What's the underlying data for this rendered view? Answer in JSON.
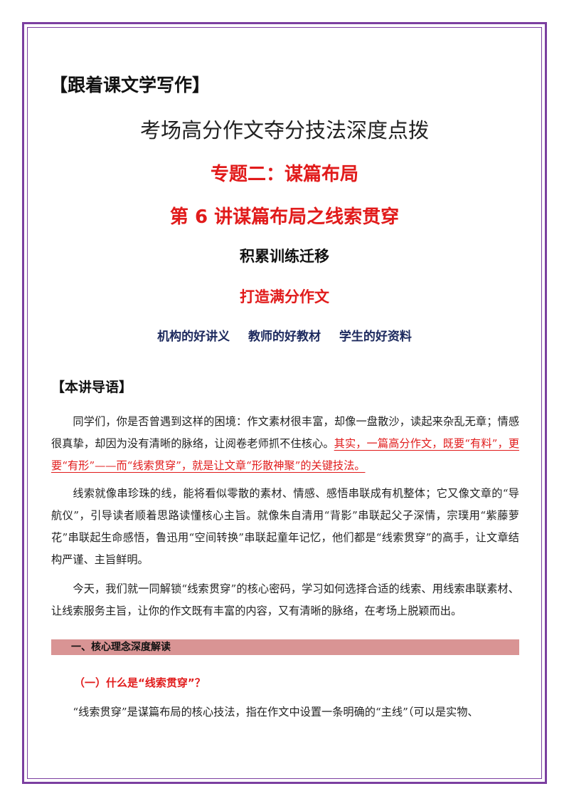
{
  "header": {
    "series_label": "【跟着课文学写作】",
    "subtitle": "考场高分作文夺分技法深度点拨",
    "topic": "专题二：谋篇布局",
    "lecture": "第 6 讲谋篇布局之线索贯穿",
    "tag_black": "积累训练迁移",
    "tag_red": "打造满分作文",
    "slogan": [
      "机构的好讲义",
      "教师的好教材",
      "学生的好资料"
    ]
  },
  "intro": {
    "heading": "【本讲导语】",
    "p1_plain": "同学们，你是否曾遇到这样的困境：作文素材很丰富，却像一盘散沙，读起来杂乱无章；情感很真挚，却因为没有清晰的脉络，让阅卷老师抓不住核心。",
    "p1_highlight": "其实，一篇高分作文，既要“有料”，更要“有形”——而“线索贯穿”，就是让文章“形散神聚”的关键技法。",
    "p2": "线索就像串珍珠的线，能将看似零散的素材、情感、感悟串联成有机整体；它又像文章的“导航仪”，引导读者顺着思路读懂核心主旨。就像朱自清用“背影”串联起父子深情，宗璞用“紫藤萝花”串联起生命感悟，鲁迅用“空间转换”串联起童年记忆，他们都是“线索贯穿”的高手，让文章结构严谨、主旨鲜明。",
    "p3": "今天，我们就一同解锁“线索贯穿”的核心密码，学习如何选择合适的线索、用线索串联素材、让线索服务主旨，让你的作文既有丰富的内容，又有清晰的脉络，在考场上脱颖而出。"
  },
  "section1": {
    "title": "一、核心理念深度解读",
    "sub_heading": "（一）什么是“线索贯穿”？",
    "p1": "“线索贯穿”是谋篇布局的核心技法，指在作文中设置一条明确的“主线”（可以是实物、"
  },
  "colors": {
    "frame": "#7b3fa0",
    "red": "#e11b1b",
    "navy": "#1d2a5e",
    "section_bar": "#d99494"
  }
}
